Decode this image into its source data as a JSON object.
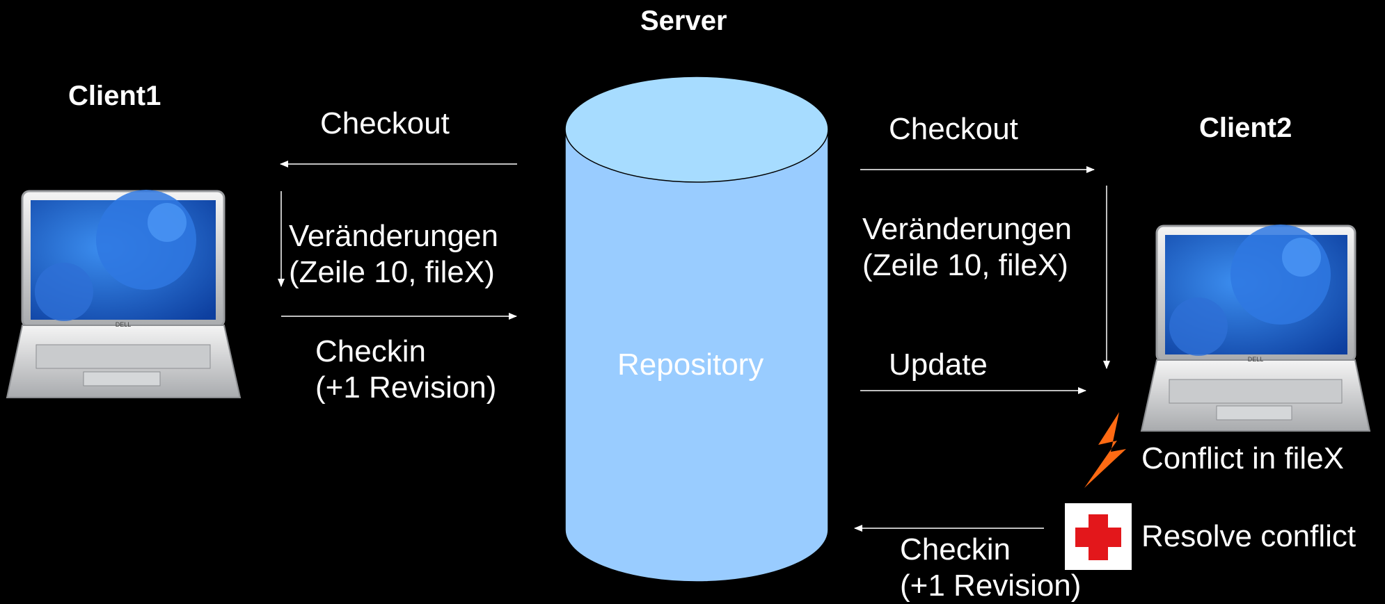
{
  "server": {
    "title": "Server",
    "repository_label": "Repository"
  },
  "client1": {
    "title": "Client1",
    "checkout": "Checkout",
    "changes_line1": "Veränderungen",
    "changes_line2": "(Zeile 10, fileX)",
    "checkin_line1": "Checkin",
    "checkin_line2": "(+1 Revision)"
  },
  "client2": {
    "title": "Client2",
    "checkout": "Checkout",
    "changes_line1": "Veränderungen",
    "changes_line2": "(Zeile 10, fileX)",
    "update": "Update",
    "conflict": "Conflict in fileX",
    "resolve": "Resolve conflict",
    "checkin_line1": "Checkin",
    "checkin_line2": "(+1 Revision)"
  },
  "laptop": {
    "brand": "DELL"
  },
  "colors": {
    "background": "#000000",
    "cylinder_top": "#a7dcff",
    "cylinder_body": "#99ccff",
    "lightning": "#ff6a13",
    "cross": "#e3171b",
    "screen": "#1f62cf"
  },
  "icons": [
    "laptop-icon",
    "database-cylinder-icon",
    "lightning-icon",
    "first-aid-cross-icon",
    "arrow-icon"
  ]
}
